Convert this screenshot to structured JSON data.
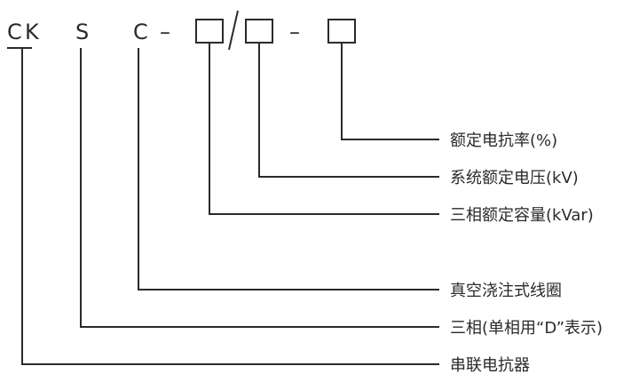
{
  "code": {
    "letters": [
      "C",
      "K",
      "S",
      "C"
    ],
    "dash": "–",
    "slash": "/"
  },
  "labels": [
    "额定电抗率(%)",
    "系统额定电压(kV)",
    "三相额定容量(kVar)",
    "真空浇注式线圈",
    "三相(单相用“D”表示)",
    "串联电抗器"
  ]
}
